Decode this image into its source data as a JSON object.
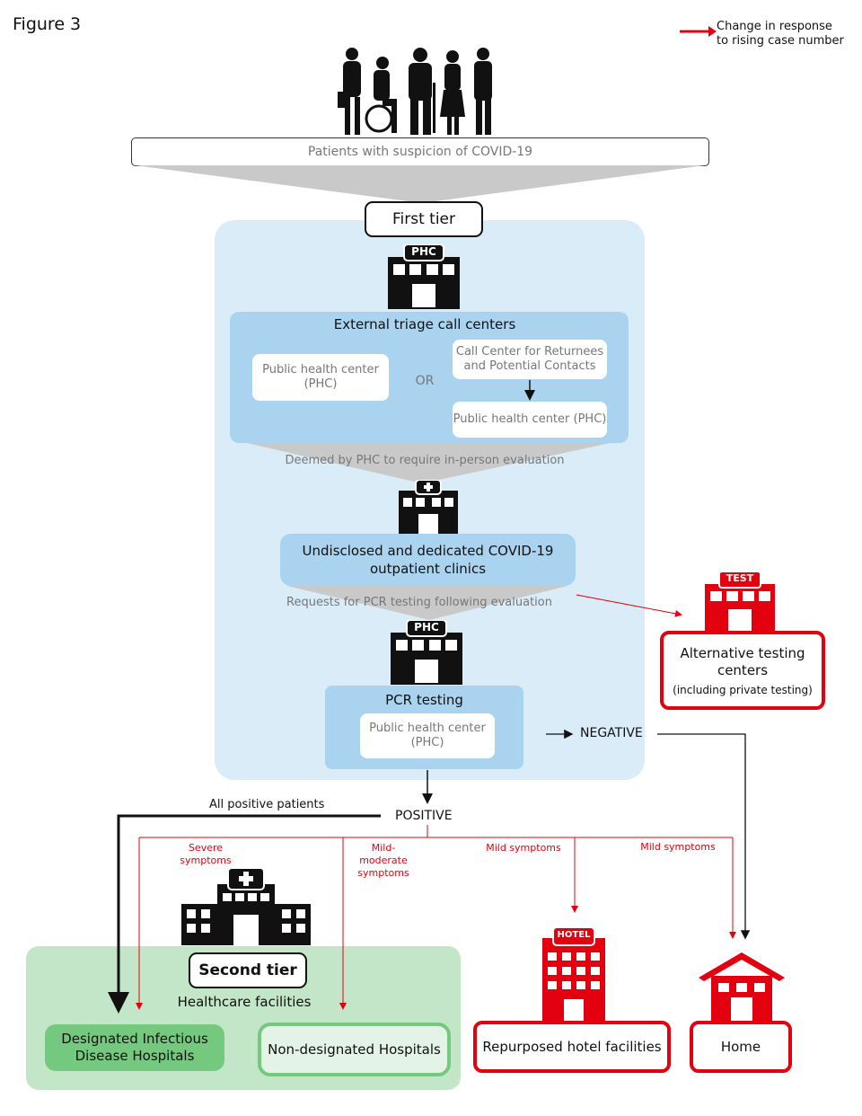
{
  "figure_title": "Figure 3",
  "legend": {
    "text_line1": "Change in response",
    "text_line2": "to rising case number",
    "arrow_color": "#e3000f"
  },
  "patients_box": "Patients with suspicion of COVID-19",
  "first_tier": {
    "label": "First tier",
    "phc_sign": "PHC",
    "triage_title": "External triage call centers",
    "phc_option": "Public health center (PHC)",
    "or_text": "OR",
    "returnees_box": "Call Center for Returnees and Potential Contacts",
    "phc_after_call": "Public health center (PHC)",
    "inperson_caption": "Deemed by PHC to require in-person evaluation",
    "clinics": "Undisclosed and dedicated COVID-19 outpatient clinics",
    "pcr_request_caption": "Requests for PCR testing following evaluation",
    "phc_sign_2": "PHC",
    "pcr_title": "PCR testing",
    "pcr_phc": "Public health center (PHC)"
  },
  "alt_testing": {
    "sign": "TEST",
    "title": "Alternative testing centers",
    "subtitle": "(including private testing)"
  },
  "outcomes": {
    "negative": "NEGATIVE",
    "positive": "POSITIVE",
    "all_positive": "All positive patients",
    "severe": "Severe symptoms",
    "mild_moderate": "Mild-moderate symptoms",
    "mild_1": "Mild symptoms",
    "mild_2": "Mild symptoms"
  },
  "second_tier": {
    "label": "Second tier",
    "facilities_label": "Healthcare facilities",
    "designated": "Designated Infectious Disease Hospitals",
    "non_designated": "Non-designated Hospitals"
  },
  "hotel": {
    "sign": "HOTEL",
    "label": "Repurposed hotel facilities"
  },
  "home": {
    "label": "Home"
  },
  "colors": {
    "red": "#e3000f",
    "tier1_bg": "#d9ecf8",
    "tier1_box": "#a9d3ef",
    "tier2_bg": "#c4e6c8",
    "tier2_box": "#75c97e"
  }
}
